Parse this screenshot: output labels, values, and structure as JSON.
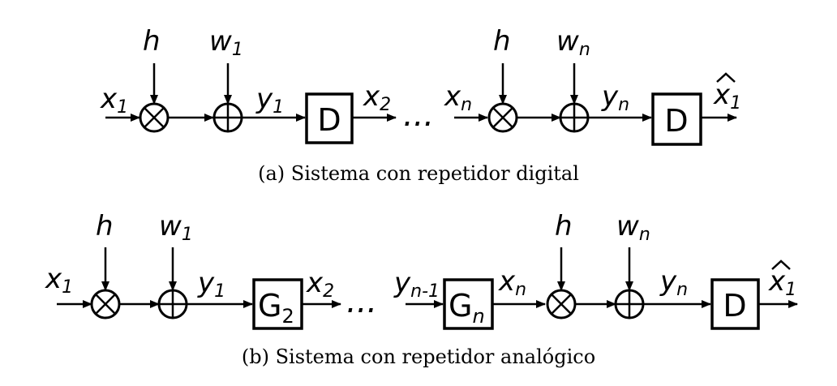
{
  "diagram_a": {
    "caption": "(a) Sistema con repetidor digital",
    "h1": "h",
    "w1": "w",
    "w1_sub": "1",
    "x1": "x",
    "x1_sub": "1",
    "y1": "y",
    "y1_sub": "1",
    "box1": "D",
    "x2": "x",
    "x2_sub": "2",
    "ellipsis": "...",
    "xn": "x",
    "xn_sub": "n",
    "h2": "h",
    "wn": "w",
    "wn_sub": "n",
    "yn": "y",
    "yn_sub": "n",
    "box2": "D",
    "xhat": "x",
    "xhat_sub": "1"
  },
  "diagram_b": {
    "caption": "(b) Sistema con repetidor analógico",
    "h1": "h",
    "w1": "w",
    "w1_sub": "1",
    "x1": "x",
    "x1_sub": "1",
    "y1": "y",
    "y1_sub": "1",
    "box1": "G",
    "box1_sub": "2",
    "x2": "x",
    "x2_sub": "2",
    "ellipsis": "...",
    "yn1": "y",
    "yn1_sub": "n-1",
    "box2": "G",
    "box2_sub": "n",
    "xn": "x",
    "xn_sub": "n",
    "h2": "h",
    "wn": "w",
    "wn_sub": "n",
    "yn": "y",
    "yn_sub": "n",
    "box3": "D",
    "xhat": "x",
    "xhat_sub": "1"
  }
}
